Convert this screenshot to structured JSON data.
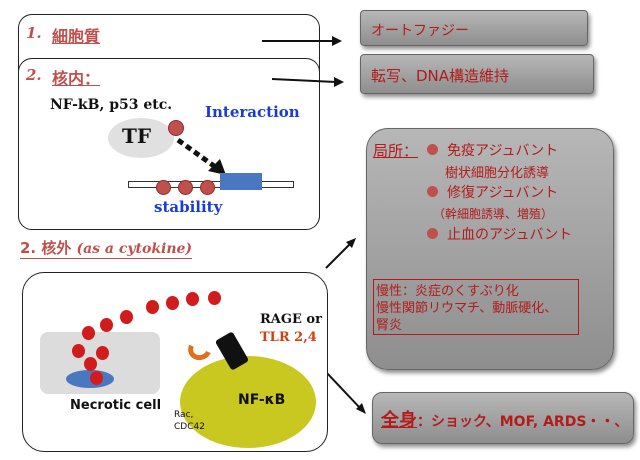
{
  "top_panel": {
    "item1_num": "1.",
    "item1_label": "細胞質",
    "item2_num": "2.",
    "item2_label": "核内：",
    "nf_label": "NF-kB, p53 etc.",
    "tf_label": "TF",
    "interaction_label": "Interaction",
    "stability_label": "stability"
  },
  "extracellular": {
    "heading": "2. 核外",
    "heading_paren": "(as a cytokine)",
    "rage_label": "RAGE or",
    "tlr_label": "TLR 2,4",
    "nfkb_label": "NF-κB",
    "rac_label": "Rac,",
    "cdc42_label": "CDC42",
    "necrotic_label": "Necrotic cell"
  },
  "right_boxes": {
    "autophagy": "オートファジー",
    "transcription": "転写、DNA構造維持",
    "local": {
      "title": "局所：",
      "item1": "免疫アジュバント",
      "item1_sub": "樹状細胞分化誘導",
      "item2": "修復アジュバント",
      "item2_sub": "（幹細胞誘導、増殖）",
      "item3": "止血のアジュバント"
    },
    "chronic": {
      "line1": "慢性：炎症のくすぶり化",
      "line2": "慢性関節リウマチ、動脈硬化、",
      "line3": "腎炎"
    },
    "systemic": {
      "title": "全身",
      "text": "：ショック、MOF, ARDS・・、"
    }
  },
  "colors": {
    "red": "#c0504d",
    "dot_red": "#d21c1c",
    "blue": "#2e5fa8",
    "nucleus_green": "#c8c820",
    "grey_box": "#9e9e9e"
  }
}
